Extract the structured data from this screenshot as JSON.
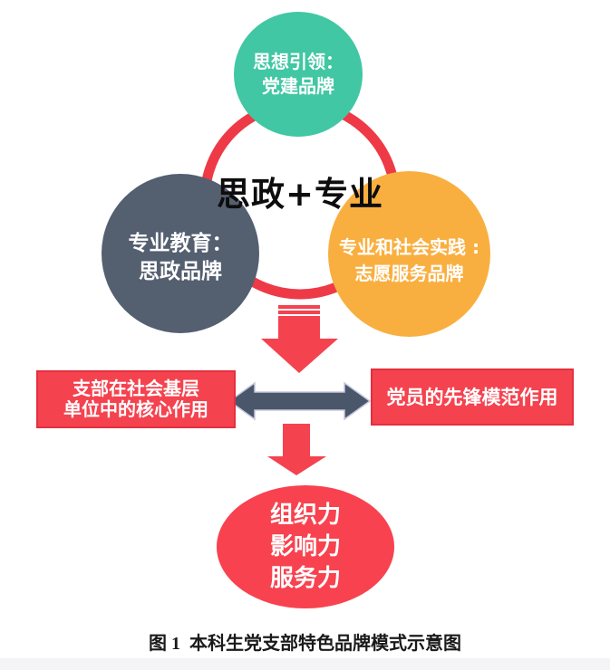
{
  "figure": {
    "center_label": "思政+专业",
    "caption": "图 1  本科生党支部特色品牌模式示意图"
  },
  "circles": {
    "top": {
      "line1": "思想引领：",
      "line2": "党建品牌",
      "color": "#41C7A3"
    },
    "left": {
      "line1": "专业教育：",
      "line2": "思政品牌",
      "color": "#545F70"
    },
    "right": {
      "line1": "专业和社会实践 :",
      "line2": "志愿服务品牌",
      "color": "#F9AF40"
    }
  },
  "boxes": {
    "left": {
      "line1": "支部在社会基层",
      "line2": "单位中的核心作用",
      "color": "#F5424F"
    },
    "right": {
      "label": "党员的先锋模范作用",
      "color": "#F5424F"
    }
  },
  "ellipse": {
    "line1": "组织力",
    "line2": "影响力",
    "line3": "服务力",
    "color": "#F8424F"
  },
  "colors": {
    "ring": "#EE3A46",
    "arrow_red": "#F5424F",
    "double_arrow": "#4A5669",
    "double_arrow_outline": "#C6C8DD"
  }
}
